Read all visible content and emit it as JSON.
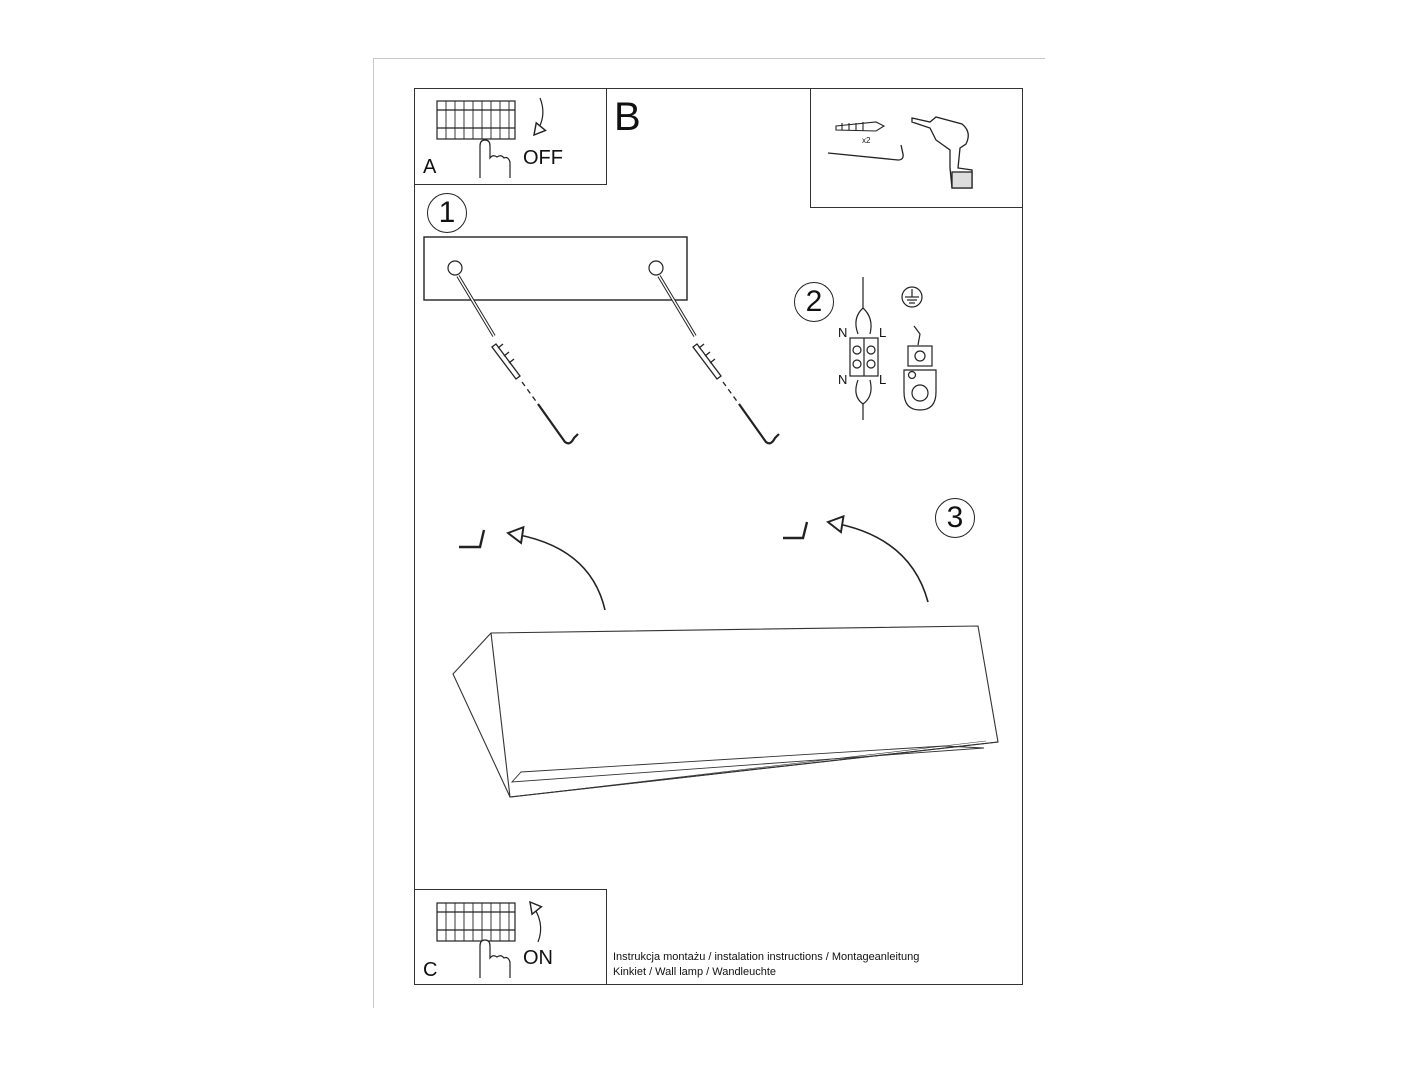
{
  "panels": {
    "a": {
      "letter": "A",
      "action": "OFF"
    },
    "b": {
      "letter": "B"
    },
    "c": {
      "letter": "C",
      "action": "ON"
    }
  },
  "tools": {
    "quantity": "x2"
  },
  "steps": [
    "1",
    "2",
    "3"
  ],
  "wiring": {
    "n_top": "N",
    "l_top": "L",
    "n_bottom": "N",
    "l_bottom": "L"
  },
  "caption": {
    "line1": "Instrukcja montażu / instalation instructions / Montageanleitung",
    "line2": "Kinkiet / Wall lamp / Wandleuchte"
  }
}
